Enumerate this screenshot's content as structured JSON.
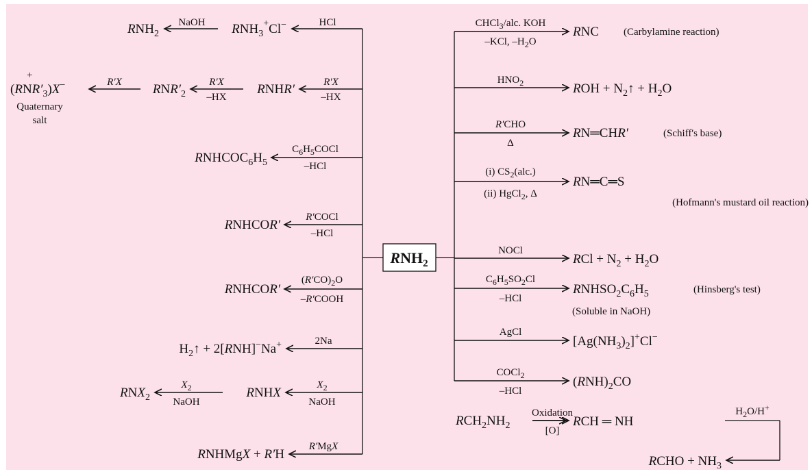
{
  "center": {
    "r": "R",
    "rest": "NH",
    "sub": "2"
  },
  "left": [
    {
      "id": "hcl",
      "above": "HCl",
      "below": ""
    },
    {
      "id": "rx",
      "above": "R′X",
      "below": "–HX"
    },
    {
      "id": "benzoyl",
      "above": "C6H5COCl",
      "below": "–HCl"
    },
    {
      "id": "acyl",
      "above": "R′COCl",
      "below": "–HCl"
    },
    {
      "id": "anhydride",
      "above": "(R′CO)2O",
      "below": "–R′COOH"
    },
    {
      "id": "na",
      "above": "2Na",
      "below": ""
    },
    {
      "id": "x2",
      "above": "X2",
      "below": "NaOH"
    },
    {
      "id": "grignard",
      "above": "R′MgX",
      "below": ""
    }
  ],
  "left_second": [
    {
      "id": "naoh",
      "above": "NaOH",
      "below": ""
    },
    {
      "id": "rx2",
      "above": "R′X",
      "below": "–HX"
    },
    {
      "id": "x2b",
      "above": "X2",
      "below": "NaOH"
    }
  ],
  "left_products": {
    "amine_hydrochloride": "RNH3+Cl−",
    "free_amine": "RNH2",
    "secondary_amine": "RNHR′",
    "tertiary_amine": "RNR′2",
    "quaternary": "(RNR′3)X−",
    "quaternary_label_1": "Quaternary",
    "quaternary_label_2": "salt",
    "benzamide": "RNHCOC6H5",
    "amide_1": "RNHCOR′",
    "amide_2": "RNHCOR′",
    "hydrogen": "H2↑ + 2[RNH]−Na+",
    "haloamine": "RNHX",
    "dihaloamine": "RNX2",
    "grignard_product": "RNHMgX + R′H"
  },
  "right": [
    {
      "id": "carbylamine",
      "above": "CHCl3/alc. KOH",
      "below": "–KCl, –H2O",
      "product": "RNC",
      "note": "(Carbylamine reaction)"
    },
    {
      "id": "nitrous",
      "above": "HNO2",
      "below": "",
      "product": "ROH + N2↑ + H2O",
      "note": ""
    },
    {
      "id": "schiff",
      "above": "R′CHO",
      "below": "Δ",
      "product": "RN═CHR′",
      "note": "(Schiff's base)"
    },
    {
      "id": "mustard",
      "above": "(i) CS2(alc.)",
      "below": "(ii) HgCl2, Δ",
      "product": "RN═C═S",
      "note": "(Hofmann's mustard oil reaction)"
    },
    {
      "id": "nocl",
      "above": "NOCl",
      "below": "",
      "product": "RCl + N2 + H2O",
      "note": ""
    },
    {
      "id": "hinsberg",
      "above": "C6H5SO2Cl",
      "below": "–HCl",
      "product": "RNHSO2C6H5",
      "note": "(Hinsberg's test)",
      "note2": "(Soluble in NaOH)"
    },
    {
      "id": "agcl",
      "above": "AgCl",
      "below": "",
      "product": "[Ag(NH3)2]+Cl−",
      "note": ""
    },
    {
      "id": "phosgene",
      "above": "COCl2",
      "below": "–HCl",
      "product": "(RNH)2CO",
      "note": ""
    }
  ],
  "oxidation": {
    "start": "RCH2NH2",
    "above": "Oxidation",
    "below": "[O]",
    "imine": "RCH ═ NH",
    "hydrolysis": "H2O/H+",
    "final": "RCHO + NH3"
  }
}
